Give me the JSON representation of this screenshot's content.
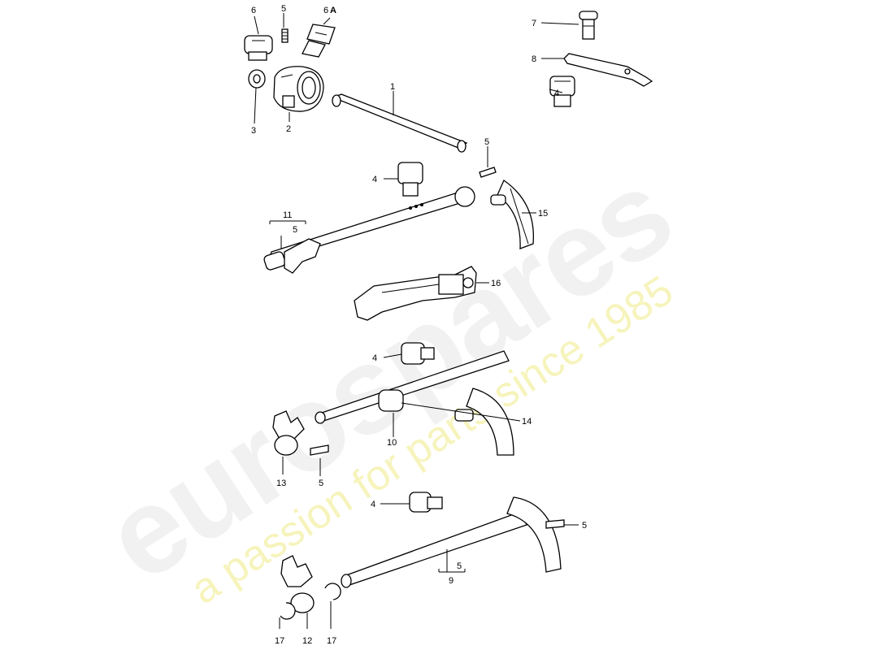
{
  "watermark": {
    "logo": "eurospares",
    "tagline": "a passion for parts since 1985"
  },
  "labels": {
    "l1": "1",
    "l2": "2",
    "l3": "3",
    "l4a": "4",
    "l4b": "4",
    "l4c": "4",
    "l4d": "4",
    "l5a": "5",
    "l5b": "5",
    "l5c": "5",
    "l5d": "5",
    "l5e": "5",
    "l5f": "5",
    "l6": "6",
    "l6a_num": "6",
    "l6a_letter": "A",
    "l7": "7",
    "l8": "8",
    "l9": "9",
    "l10": "10",
    "l11": "11",
    "l12": "12",
    "l13": "13",
    "l14": "14",
    "l15": "15",
    "l16": "16",
    "l17a": "17",
    "l17b": "17"
  }
}
